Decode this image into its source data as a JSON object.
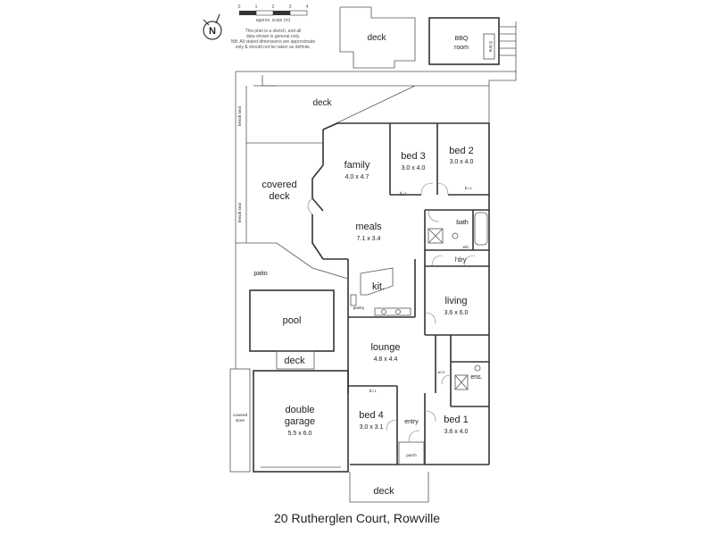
{
  "scale": {
    "numbers": [
      "0",
      "1",
      "2",
      "3",
      "4"
    ],
    "caption": "approx. scale (m)",
    "disclaimer": [
      "This plan is a sketch, and all",
      "data shown is general only.",
      "NB: All stated dimensions are approximate",
      "only & should not be taken as definite."
    ]
  },
  "compass": {
    "letter": "N"
  },
  "rooms": {
    "deck_top": "deck",
    "bbq": [
      "BBQ",
      "room"
    ],
    "deck_main": "deck",
    "family": {
      "name": "family",
      "dims": "4.0 x 4.7"
    },
    "bed3": {
      "name": "bed 3",
      "dims": "3.0 x 4.0"
    },
    "bed2": {
      "name": "bed 2",
      "dims": "3.0 x 4.0"
    },
    "covered_deck": [
      "covered",
      "deck"
    ],
    "meals": {
      "name": "meals",
      "dims": "7.1 x 3.4"
    },
    "bath": "bath",
    "wc": "w/c",
    "laundry": "l'dry",
    "patio": "patio",
    "kitchen": "kit.",
    "pantry": "pantry",
    "pool": "pool",
    "living": {
      "name": "living",
      "dims": "3.6 x 6.0"
    },
    "lounge": {
      "name": "lounge",
      "dims": "4.8 x 4.4"
    },
    "wir": "w.i.r.",
    "ensuite": "ens.",
    "deck_pool": "deck",
    "covered_store": [
      "covered",
      "store"
    ],
    "garage": {
      "name": [
        "double",
        "garage"
      ],
      "dims": "5.5 x 6.0"
    },
    "bed4": {
      "name": "bed 4",
      "dims": "3.0 x 3.1"
    },
    "entry": "entry",
    "bed1": {
      "name": "bed 1",
      "dims": "3.6 x 4.0"
    },
    "porch": "porch",
    "deck_front": "deck",
    "bir": "b.i.r.",
    "bench_seat": "bench seat",
    "bbq_unit": "B.B.Q"
  },
  "address": "20 Rutherglen Court, Rowville"
}
